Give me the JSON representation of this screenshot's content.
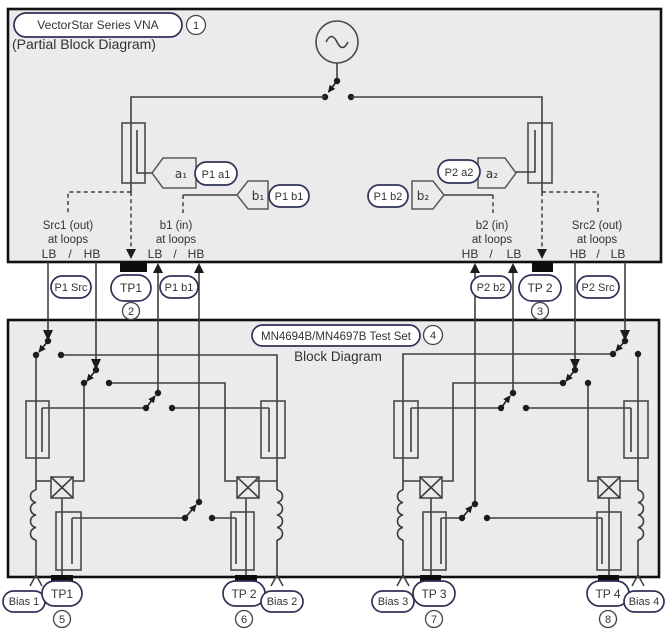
{
  "colors": {
    "background": "#ffffff",
    "panel_fill": "#ebebeb",
    "line": "#3f3f3f",
    "border": "#111111",
    "oval_stroke": "#2e3356",
    "text": "#333333"
  },
  "vna": {
    "title": "VectorStar Series VNA",
    "callout": "1",
    "subtitle": "(Partial Block Diagram)",
    "receivers": {
      "a1": "a₁",
      "b1": "b₁",
      "b2": "b₂",
      "a2": "a₂"
    },
    "ovals": {
      "p1a1": "P1 a1",
      "p1b1": "P1 b1",
      "p1b2": "P1 b2",
      "p2a2": "P2 a2"
    },
    "loops": {
      "src1": {
        "name": "Src1 (out)",
        "sub": "at loops",
        "left": "LB",
        "sep": "/",
        "right": "HB"
      },
      "b1": {
        "name": "b1 (in)",
        "sub": "at loops",
        "left": "LB",
        "sep": "/",
        "right": "HB"
      },
      "b2": {
        "name": "b2 (in)",
        "sub": "at loops",
        "left": "HB",
        "sep": "/",
        "right": "LB"
      },
      "src2": {
        "name": "Src2 (out)",
        "sub": "at loops",
        "left": "HB",
        "sep": "/",
        "right": "LB"
      }
    }
  },
  "panel": {
    "p1_src": "P1 Src",
    "tp1": "TP1",
    "tp1_callout": "2",
    "p1_b1": "P1 b1",
    "p2_b2": "P2 b2",
    "tp2": "TP 2",
    "tp2_callout": "3",
    "p2_src": "P2 Src"
  },
  "test_set": {
    "title": "MN4694B/MN4697B Test Set",
    "callout": "4",
    "subtitle": "Block Diagram",
    "ports": {
      "bias1": "Bias 1",
      "tp1": "TP1",
      "tp1_callout": "5",
      "tp2": "TP 2",
      "tp2_callout": "6",
      "bias2": "Bias 2",
      "bias3": "Bias 3",
      "tp3": "TP 3",
      "tp3_callout": "7",
      "tp4": "TP 4",
      "tp4_callout": "8",
      "bias4": "Bias 4"
    }
  }
}
